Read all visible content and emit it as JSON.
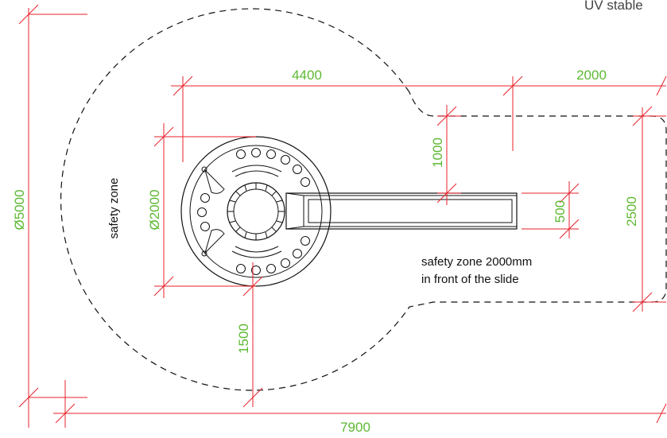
{
  "corner_label": "UV stable",
  "dimensions": {
    "overall_width": "7900",
    "circle_diameter": "Ø5000",
    "platform_diameter": "Ø2000",
    "length_to_slide": "4400",
    "slide_zone_length": "2000",
    "slide_zone_width": "2500",
    "slide_offset": "1000",
    "slide_width": "500",
    "rear_clearance": "1500"
  },
  "labels": {
    "safety_zone": "safety zone",
    "slide_note_line1": "safety zone 2000mm",
    "slide_note_line2": "in front of the slide"
  },
  "colors": {
    "dimension_lines": "#e8202a",
    "dimension_text": "#5db832",
    "outline": "#111111"
  }
}
